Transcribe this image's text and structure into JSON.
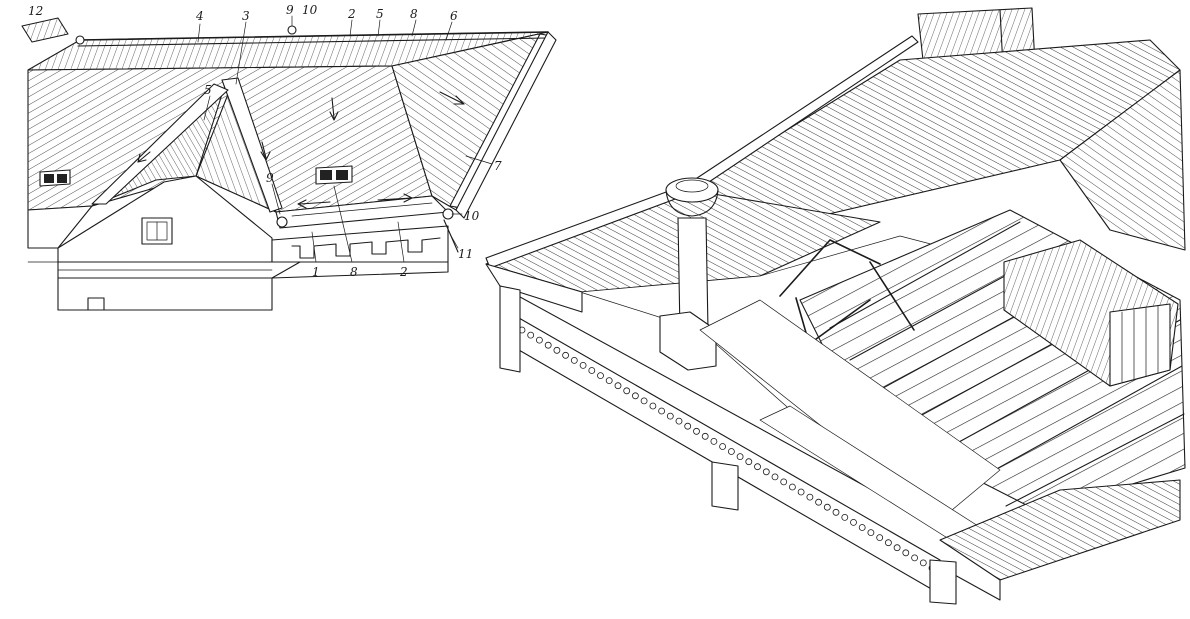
{
  "figure": {
    "left_view": {
      "callouts": [
        "12",
        "4",
        "3",
        "9",
        "10",
        "2",
        "5",
        "8",
        "6",
        "5",
        "7",
        "9",
        "10",
        "1",
        "8",
        "2",
        "11"
      ]
    }
  }
}
